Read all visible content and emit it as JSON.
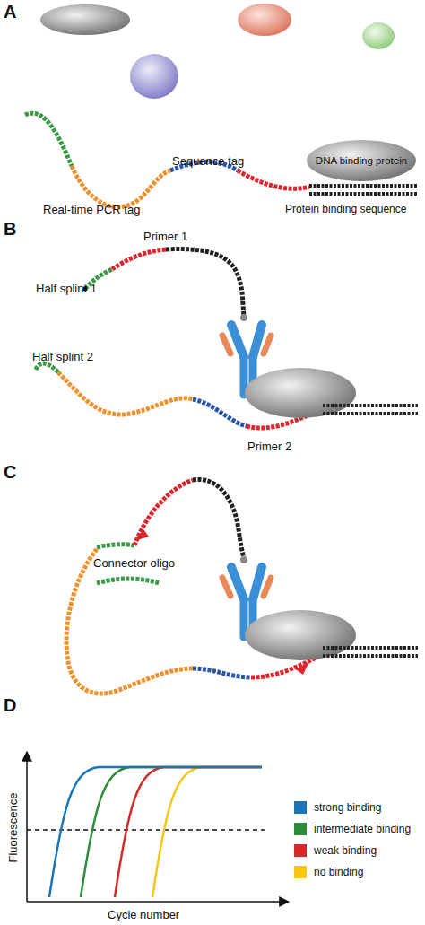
{
  "diagram": {
    "nodes": [
      {
        "text": [
          "DNA binding protein"
        ]
      }
    ],
    "labels": [
      "A",
      "Real-time PCR tag",
      "Sequence tag",
      "Protein binding sequence",
      "B",
      "Half splint 1",
      "Primer 1",
      "Half splint 2",
      "Primer 2",
      "C",
      "Connector oligo",
      "D",
      "Fluorescence",
      "Cycle number"
    ],
    "legend": [
      {
        "text": "strong binding",
        "color": "#1a75b8"
      },
      {
        "text": "intermediate binding",
        "color": "#2e8b3a"
      },
      {
        "text": "weak binding",
        "color": "#d42a2a"
      },
      {
        "text": "no binding",
        "color": "#f5c518"
      }
    ]
  }
}
